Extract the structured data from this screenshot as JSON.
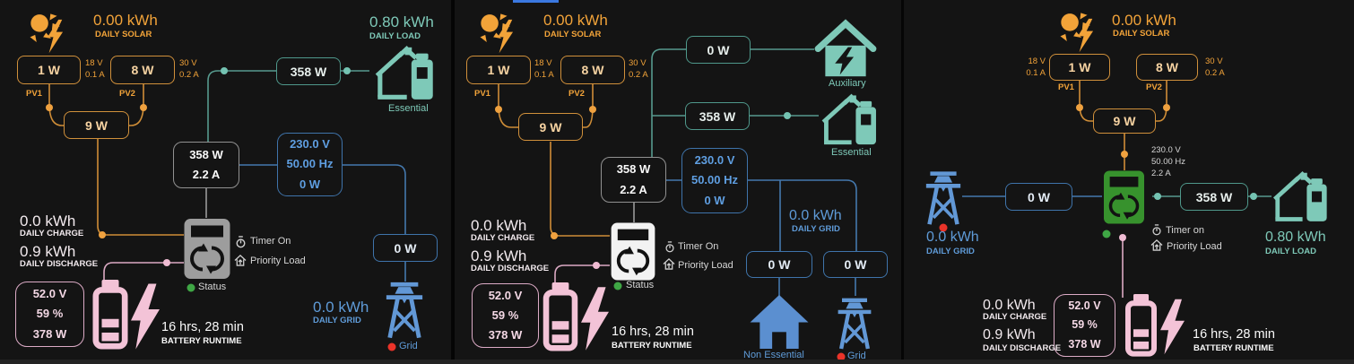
{
  "card_type": "solar-power-flow-cards",
  "colors": {
    "background": "#141414",
    "solar": "#f2a339",
    "load": "#7ec9b8",
    "grid": "#5f9bd8",
    "battery": "#f3c3d7",
    "status_ok": "#3fa745",
    "alert_dot": "#ea3329",
    "top_indicator": "#3b78e0"
  },
  "panels": [
    {
      "solar": {
        "daily": "0.00 kWh",
        "daily_label": "DAILY SOLAR"
      },
      "pv1": {
        "power": "1 W",
        "name": "PV1",
        "voltage": "18 V",
        "current": "0.1 A"
      },
      "pv2": {
        "power": "8 W",
        "name": "PV2",
        "voltage": "30 V",
        "current": "0.2 A"
      },
      "pv_total": {
        "power": "9 W"
      },
      "inverter": {
        "power": "358 W",
        "current": "2.2 A",
        "status_label": "Status",
        "timer_label": "Timer On",
        "priority_label": "Priority Load",
        "color": "#9d9d9d"
      },
      "load": {
        "power": "358 W",
        "daily": "0.80 kWh",
        "daily_label": "DAILY LOAD",
        "name": "Essential"
      },
      "grid": {
        "voltage": "230.0 V",
        "frequency": "50.00 Hz",
        "power": "0 W",
        "import_power": "0 W",
        "daily": "0.0 kWh",
        "daily_label": "DAILY GRID",
        "name": "Grid"
      },
      "battery": {
        "voltage": "52.0 V",
        "soc": "59 %",
        "power": "378 W",
        "daily_charge": "0.0 kWh",
        "daily_charge_label": "DAILY CHARGE",
        "daily_discharge": "0.9 kWh",
        "daily_discharge_label": "DAILY DISCHARGE",
        "runtime": "16 hrs, 28 min",
        "runtime_label": "BATTERY RUNTIME"
      }
    },
    {
      "solar": {
        "daily": "0.00 kWh",
        "daily_label": "DAILY SOLAR"
      },
      "pv1": {
        "power": "1 W",
        "name": "PV1",
        "voltage": "18 V",
        "current": "0.1 A"
      },
      "pv2": {
        "power": "8 W",
        "name": "PV2",
        "voltage": "30 V",
        "current": "0.2 A"
      },
      "pv_total": {
        "power": "9 W"
      },
      "inverter": {
        "power": "358 W",
        "current": "2.2 A",
        "status_label": "Status",
        "timer_label": "Timer On",
        "priority_label": "Priority Load",
        "color": "#f2f2f2"
      },
      "aux": {
        "power": "0 W",
        "name": "Auxiliary"
      },
      "load": {
        "power": "358 W",
        "name": "Essential"
      },
      "grid": {
        "voltage": "230.0 V",
        "frequency": "50.00 Hz",
        "power": "0 W",
        "noness_power": "0 W",
        "import_power": "0 W",
        "noness_name": "Non Essential",
        "daily": "0.0 kWh",
        "daily_label": "DAILY GRID",
        "name": "Grid"
      },
      "battery": {
        "voltage": "52.0 V",
        "soc": "59 %",
        "power": "378 W",
        "daily_charge": "0.0 kWh",
        "daily_charge_label": "DAILY CHARGE",
        "daily_discharge": "0.9 kWh",
        "daily_discharge_label": "DAILY DISCHARGE",
        "runtime": "16 hrs, 28 min",
        "runtime_label": "BATTERY RUNTIME"
      }
    },
    {
      "solar": {
        "daily": "0.00 kWh",
        "daily_label": "DAILY SOLAR"
      },
      "pv1": {
        "power": "1 W",
        "name": "PV1",
        "voltage": "18 V",
        "current": "0.1 A"
      },
      "pv2": {
        "power": "8 W",
        "name": "PV2",
        "voltage": "30 V",
        "current": "0.2 A"
      },
      "pv_total": {
        "power": "9 W"
      },
      "inverter": {
        "ac_voltage": "230.0 V",
        "ac_frequency": "50.00 Hz",
        "ac_current": "2.2 A",
        "timer_label": "Timer on",
        "priority_label": "Priority Load",
        "color": "#37922d"
      },
      "load": {
        "power": "358 W",
        "daily": "0.80 kWh",
        "daily_label": "DAILY LOAD"
      },
      "grid": {
        "import_power": "0 W",
        "daily": "0.0 kWh",
        "daily_label": "DAILY GRID"
      },
      "battery": {
        "voltage": "52.0 V",
        "soc": "59 %",
        "power": "378 W",
        "daily_charge": "0.0 kWh",
        "daily_charge_label": "DAILY CHARGE",
        "daily_discharge": "0.9 kWh",
        "daily_discharge_label": "DAILY DISCHARGE",
        "runtime": "16 hrs, 28 min",
        "runtime_label": "BATTERY RUNTIME"
      }
    }
  ]
}
